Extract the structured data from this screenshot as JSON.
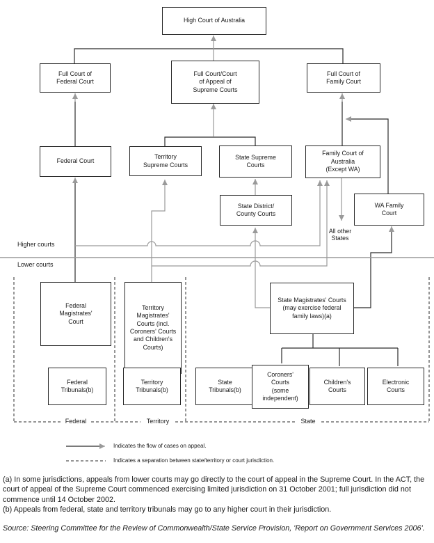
{
  "diagram": {
    "title_implicit": "Court structure flow chart",
    "colors": {
      "tree_line": "#2b2b2b",
      "flow_line": "#9a9a9a",
      "box_border": "#262626",
      "separator": "#9a9a9a"
    },
    "nodes": {
      "high_court": {
        "label": "High Court of Australia"
      },
      "full_federal": {
        "label": "Full Court of\nFederal Court"
      },
      "full_supreme": {
        "label": "Full Court/Court\nof Appeal of\nSupreme Courts"
      },
      "full_family": {
        "label": "Full Court of\nFamily Court"
      },
      "federal_court": {
        "label": "Federal Court"
      },
      "territory_supreme": {
        "label": "Territory\nSupreme Courts"
      },
      "state_supreme": {
        "label": "State Supreme\nCourts"
      },
      "family_court": {
        "label": "Family Court of\nAustralia\n(Except WA)"
      },
      "state_district": {
        "label": "State District/\nCounty Courts"
      },
      "wa_family": {
        "label": "WA Family\nCourt"
      },
      "federal_magistrates": {
        "label": "Federal\nMagistrates'\nCourt"
      },
      "territory_magistrates": {
        "label": "Territory\nMagistrates'\nCourts (incl.\nCoroners' Courts\nand Children's\nCourts)"
      },
      "state_magistrates": {
        "label": "State Magistrates' Courts\n(may exercise federal\nfamily laws)(a)"
      },
      "federal_tribunals": {
        "label": "Federal\nTribunals(b)"
      },
      "territory_tribunals": {
        "label": "Territory\nTribunals(b)"
      },
      "state_tribunals": {
        "label": "State\nTribunals(b)"
      },
      "coroners_courts": {
        "label": "Coroners'\nCourts\n(some\nindependent)"
      },
      "childrens_courts": {
        "label": "Children's\nCourts"
      },
      "electronic_courts": {
        "label": "Electronic\nCourts"
      }
    },
    "labels": {
      "higher_courts": "Higher courts",
      "lower_courts": "Lower courts",
      "all_other_states": "All other\nStates",
      "federal": "Federal",
      "territory": "Territory",
      "state": "State"
    },
    "legend": {
      "flow": {
        "symbol": "solid-arrow",
        "text": "Indicates the flow of cases on appeal."
      },
      "separation": {
        "symbol": "dashed-line",
        "text": "Indicates a separation between state/territory or court jurisdiction."
      }
    }
  },
  "footnotes": {
    "a": "(a) In some jurisdictions, appeals from lower courts may go directly to the court of appeal in the Supreme Court. In the ACT, the court of appeal of the Supreme Court commenced exercising limited jurisdiction on 31 October 2001; full jurisdiction did not commence until 14 October 2002.",
    "b": "(b) Appeals from federal, state and territory tribunals may go to any higher court in their jurisdiction."
  },
  "source": "Source: Steering Committee for the Review of Commonwealth/State Service Provision, 'Report on Government Services 2006'."
}
